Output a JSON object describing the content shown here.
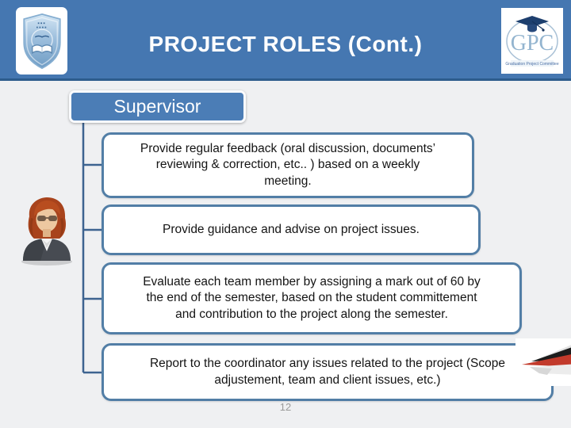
{
  "header": {
    "title": "PROJECT ROLES (Cont.)",
    "left_logo": {
      "name": "university-shield-logo"
    },
    "right_logo": {
      "acronym": "GPC",
      "caption": "Graduation Project Committee"
    }
  },
  "diagram": {
    "root_label": "Supervisor",
    "items": [
      {
        "text": "Provide regular feedback (oral discussion, documents’\nreviewing & correction, etc.. ) based on a weekly\nmeeting."
      },
      {
        "text": "Provide guidance and advise on project issues."
      },
      {
        "text": "Evaluate each team member by assigning a mark out of 60 by\nthe end of the semester, based on the student committement\nand contribution to the project along the semester."
      },
      {
        "text": "Report to the coordinator any issues related to the project (Scope\nadjustement, team and client issues, etc.)"
      }
    ]
  },
  "footer": {
    "page_number": "12"
  },
  "colors": {
    "header_blue": "#4577b1",
    "header_rule": "#2d5c8c",
    "node_fill": "#4b7db6",
    "box_border": "#527ea6",
    "connector": "#3d6390",
    "body_bg": "#eff0f2",
    "dart_red": "#c23a2b",
    "dart_black": "#1c1c1c"
  }
}
